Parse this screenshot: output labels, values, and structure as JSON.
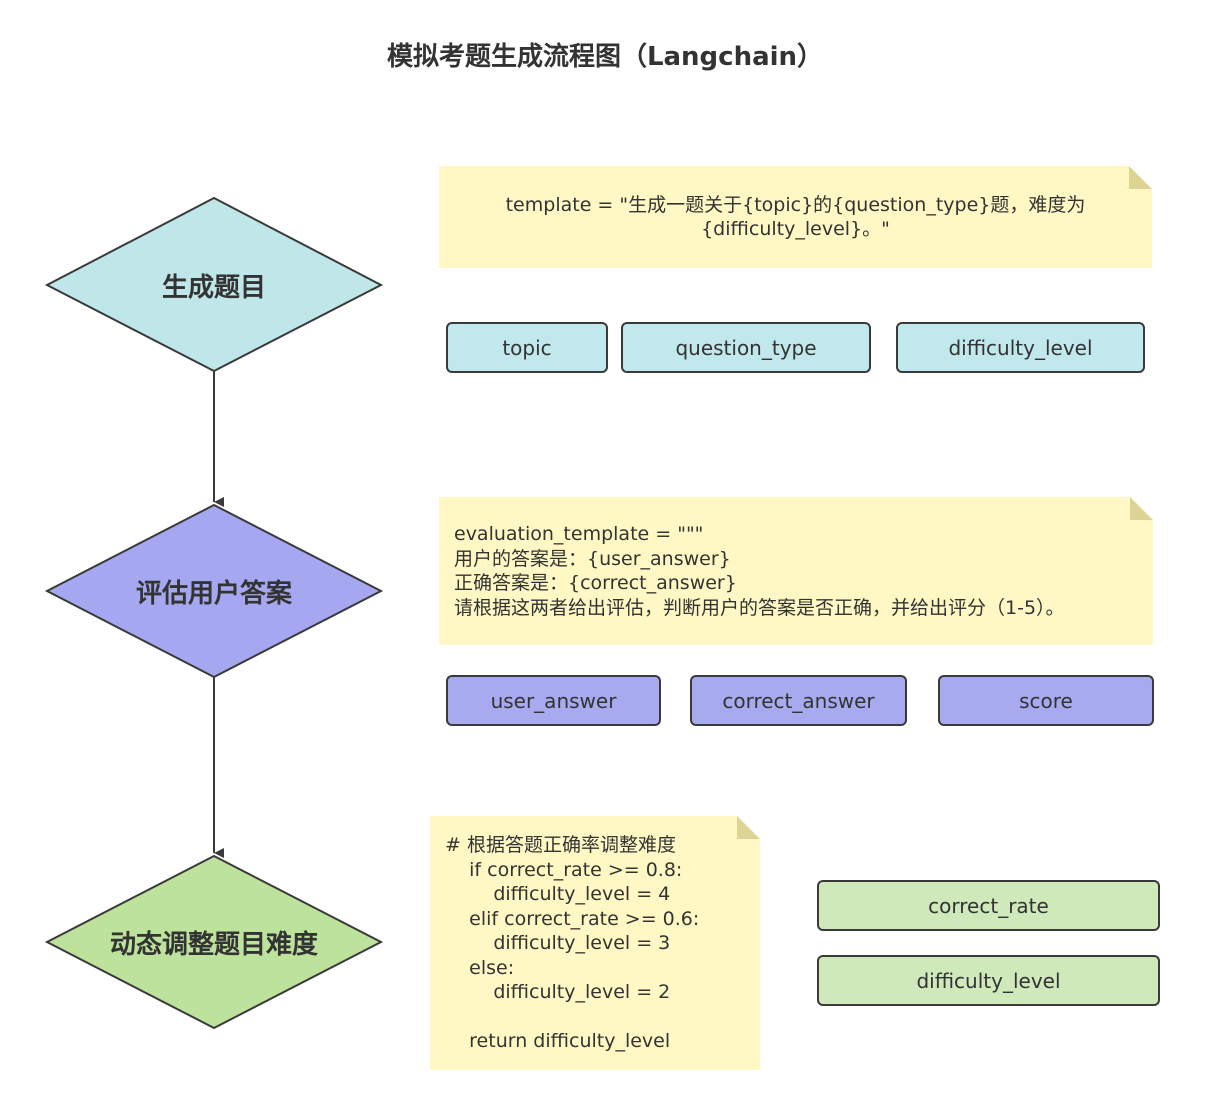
{
  "title": "模拟考题生成流程图（Langchain）",
  "colors": {
    "step1": "#bfe7ea",
    "step2": "#a5a8f0",
    "step3": "#bde29c",
    "note": "#fff8c4",
    "stroke": "#3a3a3a"
  },
  "steps": [
    {
      "label": "生成题目"
    },
    {
      "label": "评估用户答案"
    },
    {
      "label": "动态调整题目难度"
    }
  ],
  "notes": {
    "generate_template": "template = \"生成一题关于{topic}的{question_type}题，难度为\n{difficulty_level}。\"",
    "evaluation_template": "evaluation_template = \"\"\"\n用户的答案是：{user_answer}\n正确答案是：{correct_answer}\n请根据这两者给出评估，判断用户的答案是否正确，并给出评分（1-5）。",
    "adjust_code": "# 根据答题正确率调整难度\n    if correct_rate >= 0.8:\n        difficulty_level = 4\n    elif correct_rate >= 0.6:\n        difficulty_level = 3\n    else:\n        difficulty_level = 2\n\n    return difficulty_level"
  },
  "variables": {
    "generate": [
      "topic",
      "question_type",
      "difficulty_level"
    ],
    "evaluate": [
      "user_answer",
      "correct_answer",
      "score"
    ],
    "adjust": [
      "correct_rate",
      "difficulty_level"
    ]
  }
}
